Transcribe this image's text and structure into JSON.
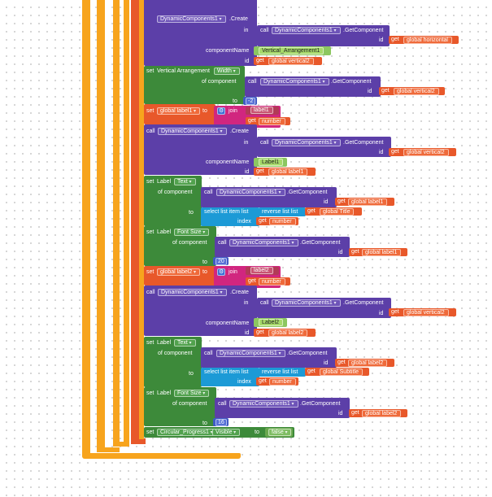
{
  "colors": {
    "accent_orange": "#f7a41d",
    "purple": "#5c3fa8",
    "green": "#3d8a3a",
    "get_orange": "#e8582a",
    "pink": "#d1267f",
    "cyan": "#1c9ad6",
    "blue_num": "#3f5bc4",
    "light_green": "#8cc760",
    "lime": "#a6d96a",
    "text_orange": "#f08a3b"
  },
  "kw": {
    "call": "call",
    "in": "in",
    "id": "id",
    "get": "get",
    "set": "set",
    "to": "to",
    "join": "join",
    "of_component": "of component",
    "component_name": "componentName",
    "index": "index",
    "create": ".Create",
    "get_component": ".GetComponent",
    "select_list_item": "select list item  list",
    "reverse_list": "reverse list  list",
    "gear_icon": "⚙"
  },
  "blocks": {
    "dyn": "DynamicComponents1",
    "get_component": ".GetComponent",
    "global_horizontal": "global horizontal",
    "vertical_arrangement1": "Vertical_Arrangement1",
    "global_vertical2": "global vertical2",
    "vertical_arrangement": "Vertical Arrangement",
    "width": "Width",
    "neg_two": "-2",
    "global_label1": "global label1",
    "label1_str": "label1",
    "number": "number",
    "label1_name": "Label1",
    "label": "Label",
    "text": "Text",
    "global_title": "global Title",
    "font_size": "Font Size",
    "twenty": "20",
    "global_label2": "global label2",
    "label2_str": "label2",
    "label2_name": "Label2",
    "global_subtitle": "global Subtitle",
    "sixteen": "16",
    "circular_progress": "Circular_Progress1",
    "visible": "Visible",
    "false_val": "false"
  }
}
